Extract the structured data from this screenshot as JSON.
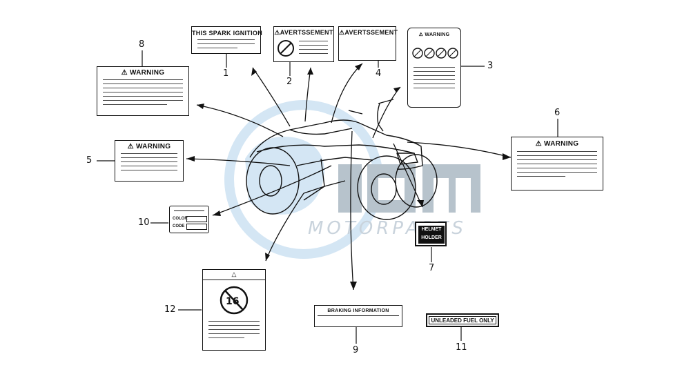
{
  "diagram": {
    "watermark": {
      "text": "MOTORPARTS",
      "logo_color": "#cfe3f2",
      "logo_dark": "#8a9ba8"
    },
    "callouts": [
      {
        "id": "1",
        "text": "1"
      },
      {
        "id": "2",
        "text": "2"
      },
      {
        "id": "3",
        "text": "3"
      },
      {
        "id": "4",
        "text": "4"
      },
      {
        "id": "5",
        "text": "5"
      },
      {
        "id": "6",
        "text": "6"
      },
      {
        "id": "7",
        "text": "7"
      },
      {
        "id": "8",
        "text": "8"
      },
      {
        "id": "9",
        "text": "9"
      },
      {
        "id": "10",
        "text": "10"
      },
      {
        "id": "11",
        "text": "11"
      },
      {
        "id": "12",
        "text": "12"
      }
    ],
    "labels": {
      "spark": "THIS SPARK IGNITION",
      "avert2": "⚠AVERTSSEMENT",
      "avert4": "⚠AVERTSSEMENT",
      "warn3": "⚠ WARNING",
      "warn8": "⚠ WARNING",
      "warn5": "⚠ WARNING",
      "warn6": "⚠ WARNING",
      "color_row1": "COLOR",
      "color_row2": "CODE",
      "helmet": "HELMET\nHOLDER",
      "braking": "BRAKING INFORMATION",
      "fuel": "UNLEADED FUEL ONLY",
      "age_symbol": "△",
      "age_number": "16"
    }
  }
}
